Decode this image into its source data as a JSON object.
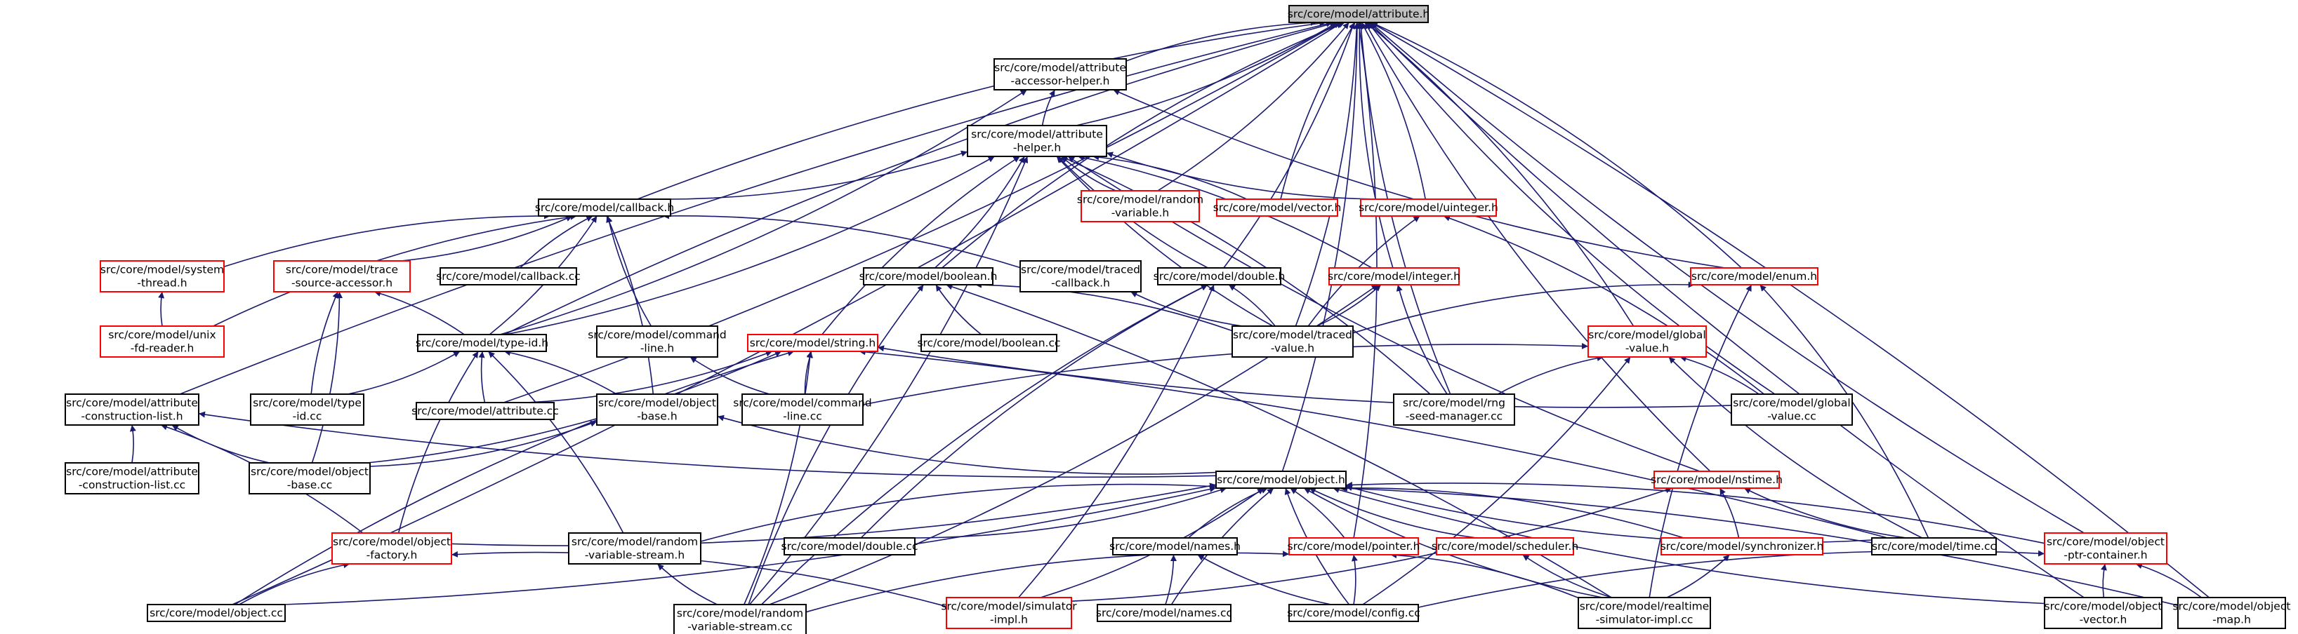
{
  "graph": {
    "edge_color": "#191970",
    "colors": {
      "documented_border": "#000000",
      "undocumented_border": "#ff0000",
      "root_fill": "#bfbfbf",
      "background": "#ffffff"
    },
    "nodes": {
      "attribute_h": {
        "lines": [
          "src/core/model/attribute.h"
        ],
        "style": "root"
      },
      "accessor_helper_h": {
        "lines": [
          "src/core/model/attribute",
          "-accessor-helper.h"
        ],
        "style": "black"
      },
      "attribute_helper_h": {
        "lines": [
          "src/core/model/attribute",
          "-helper.h"
        ],
        "style": "black"
      },
      "callback_h": {
        "lines": [
          "src/core/model/callback.h"
        ],
        "style": "black"
      },
      "random_variable_h": {
        "lines": [
          "src/core/model/random",
          "-variable.h"
        ],
        "style": "red"
      },
      "vector_h": {
        "lines": [
          "src/core/model/vector.h"
        ],
        "style": "red"
      },
      "uinteger_h": {
        "lines": [
          "src/core/model/uinteger.h"
        ],
        "style": "red"
      },
      "system_thread_h": {
        "lines": [
          "src/core/model/system",
          "-thread.h"
        ],
        "style": "red"
      },
      "trace_source_h": {
        "lines": [
          "src/core/model/trace",
          "-source-accessor.h"
        ],
        "style": "red"
      },
      "callback_cc": {
        "lines": [
          "src/core/model/callback.cc"
        ],
        "style": "black"
      },
      "boolean_h": {
        "lines": [
          "src/core/model/boolean.h"
        ],
        "style": "black"
      },
      "traced_callback_h": {
        "lines": [
          "src/core/model/traced",
          "-callback.h"
        ],
        "style": "black"
      },
      "double_h": {
        "lines": [
          "src/core/model/double.h"
        ],
        "style": "black"
      },
      "integer_h": {
        "lines": [
          "src/core/model/integer.h"
        ],
        "style": "red"
      },
      "enum_h": {
        "lines": [
          "src/core/model/enum.h"
        ],
        "style": "red"
      },
      "unix_fd_reader_h": {
        "lines": [
          "src/core/model/unix",
          "-fd-reader.h"
        ],
        "style": "red"
      },
      "type_id_h": {
        "lines": [
          "src/core/model/type-id.h"
        ],
        "style": "black"
      },
      "command_line_h": {
        "lines": [
          "src/core/model/command",
          "-line.h"
        ],
        "style": "black"
      },
      "string_h": {
        "lines": [
          "src/core/model/string.h"
        ],
        "style": "red"
      },
      "boolean_cc": {
        "lines": [
          "src/core/model/boolean.cc"
        ],
        "style": "black"
      },
      "traced_value_h": {
        "lines": [
          "src/core/model/traced",
          "-value.h"
        ],
        "style": "black"
      },
      "global_value_h": {
        "lines": [
          "src/core/model/global",
          "-value.h"
        ],
        "style": "red"
      },
      "construction_list_h": {
        "lines": [
          "src/core/model/attribute",
          "-construction-list.h"
        ],
        "style": "black"
      },
      "type_id_cc": {
        "lines": [
          "src/core/model/type",
          "-id.cc"
        ],
        "style": "black"
      },
      "attribute_cc": {
        "lines": [
          "src/core/model/attribute.cc"
        ],
        "style": "black"
      },
      "object_base_h": {
        "lines": [
          "src/core/model/object",
          "-base.h"
        ],
        "style": "black"
      },
      "command_line_cc": {
        "lines": [
          "src/core/model/command",
          "-line.cc"
        ],
        "style": "black"
      },
      "rng_seed_cc": {
        "lines": [
          "src/core/model/rng",
          "-seed-manager.cc"
        ],
        "style": "black"
      },
      "global_value_cc": {
        "lines": [
          "src/core/model/global",
          "-value.cc"
        ],
        "style": "black"
      },
      "construction_list_cc": {
        "lines": [
          "src/core/model/attribute",
          "-construction-list.cc"
        ],
        "style": "black"
      },
      "object_base_cc": {
        "lines": [
          "src/core/model/object",
          "-base.cc"
        ],
        "style": "black"
      },
      "object_h": {
        "lines": [
          "src/core/model/object.h"
        ],
        "style": "black"
      },
      "nstime_h": {
        "lines": [
          "src/core/model/nstime.h"
        ],
        "style": "red"
      },
      "object_factory_h": {
        "lines": [
          "src/core/model/object",
          "-factory.h"
        ],
        "style": "red"
      },
      "random_stream_h": {
        "lines": [
          "src/core/model/random",
          "-variable-stream.h"
        ],
        "style": "black"
      },
      "double_cc": {
        "lines": [
          "src/core/model/double.cc"
        ],
        "style": "black"
      },
      "names_h": {
        "lines": [
          "src/core/model/names.h"
        ],
        "style": "black"
      },
      "pointer_h": {
        "lines": [
          "src/core/model/pointer.h"
        ],
        "style": "red"
      },
      "scheduler_h": {
        "lines": [
          "src/core/model/scheduler.h"
        ],
        "style": "red"
      },
      "synchronizer_h": {
        "lines": [
          "src/core/model/synchronizer.h"
        ],
        "style": "red"
      },
      "time_cc": {
        "lines": [
          "src/core/model/time.cc"
        ],
        "style": "black"
      },
      "ptr_container_h": {
        "lines": [
          "src/core/model/object",
          "-ptr-container.h"
        ],
        "style": "red"
      },
      "object_cc": {
        "lines": [
          "src/core/model/object.cc"
        ],
        "style": "black"
      },
      "random_stream_cc": {
        "lines": [
          "src/core/model/random",
          "-variable-stream.cc"
        ],
        "style": "black"
      },
      "simulator_impl_h": {
        "lines": [
          "src/core/model/simulator",
          "-impl.h"
        ],
        "style": "red"
      },
      "names_cc": {
        "lines": [
          "src/core/model/names.cc"
        ],
        "style": "black"
      },
      "config_cc": {
        "lines": [
          "src/core/model/config.cc"
        ],
        "style": "black"
      },
      "realtime_impl_cc": {
        "lines": [
          "src/core/model/realtime",
          "-simulator-impl.cc"
        ],
        "style": "black"
      },
      "object_vector_h": {
        "lines": [
          "src/core/model/object",
          "-vector.h"
        ],
        "style": "black"
      },
      "object_map_h": {
        "lines": [
          "src/core/model/object",
          "-map.h"
        ],
        "style": "black"
      }
    },
    "edges": [
      [
        "accessor_helper_h",
        "attribute_h"
      ],
      [
        "attribute_helper_h",
        "attribute_h"
      ],
      [
        "callback_h",
        "attribute_h"
      ],
      [
        "random_variable_h",
        "attribute_h"
      ],
      [
        "vector_h",
        "attribute_h"
      ],
      [
        "uinteger_h",
        "attribute_h"
      ],
      [
        "boolean_h",
        "attribute_h"
      ],
      [
        "double_h",
        "attribute_h"
      ],
      [
        "integer_h",
        "attribute_h"
      ],
      [
        "enum_h",
        "attribute_h"
      ],
      [
        "type_id_h",
        "attribute_h"
      ],
      [
        "global_value_h",
        "attribute_h"
      ],
      [
        "construction_list_h",
        "attribute_h"
      ],
      [
        "attribute_cc",
        "attribute_h"
      ],
      [
        "global_value_cc",
        "attribute_h"
      ],
      [
        "object_h",
        "attribute_h"
      ],
      [
        "nstime_h",
        "attribute_h"
      ],
      [
        "pointer_h",
        "attribute_h"
      ],
      [
        "ptr_container_h",
        "attribute_h"
      ],
      [
        "object_cc",
        "attribute_h"
      ],
      [
        "object_vector_h",
        "attribute_h"
      ],
      [
        "object_map_h",
        "attribute_h"
      ],
      [
        "rng_seed_cc",
        "attribute_h"
      ],
      [
        "traced_value_h",
        "attribute_h"
      ],
      [
        "attribute_helper_h",
        "accessor_helper_h"
      ],
      [
        "type_id_h",
        "accessor_helper_h"
      ],
      [
        "enum_h",
        "accessor_helper_h"
      ],
      [
        "callback_h",
        "attribute_helper_h"
      ],
      [
        "random_variable_h",
        "attribute_helper_h"
      ],
      [
        "vector_h",
        "attribute_helper_h"
      ],
      [
        "uinteger_h",
        "attribute_helper_h"
      ],
      [
        "boolean_h",
        "attribute_helper_h"
      ],
      [
        "double_h",
        "attribute_helper_h"
      ],
      [
        "integer_h",
        "attribute_helper_h"
      ],
      [
        "string_h",
        "attribute_helper_h"
      ],
      [
        "type_id_h",
        "attribute_helper_h"
      ],
      [
        "nstime_h",
        "attribute_helper_h"
      ],
      [
        "random_stream_cc",
        "attribute_helper_h"
      ],
      [
        "traced_value_h",
        "attribute_helper_h"
      ],
      [
        "rng_seed_cc",
        "attribute_helper_h"
      ],
      [
        "system_thread_h",
        "callback_h"
      ],
      [
        "trace_source_h",
        "callback_h"
      ],
      [
        "callback_cc",
        "callback_h"
      ],
      [
        "traced_callback_h",
        "callback_h"
      ],
      [
        "unix_fd_reader_h",
        "callback_h"
      ],
      [
        "type_id_h",
        "callback_h"
      ],
      [
        "command_line_h",
        "callback_h"
      ],
      [
        "object_base_h",
        "callback_h"
      ],
      [
        "unix_fd_reader_h",
        "system_thread_h"
      ],
      [
        "type_id_h",
        "trace_source_h"
      ],
      [
        "type_id_cc",
        "trace_source_h"
      ],
      [
        "object_base_cc",
        "trace_source_h"
      ],
      [
        "traced_value_h",
        "uinteger_h"
      ],
      [
        "global_value_cc",
        "uinteger_h"
      ],
      [
        "boolean_cc",
        "boolean_h"
      ],
      [
        "traced_value_h",
        "boolean_h"
      ],
      [
        "random_stream_cc",
        "boolean_h"
      ],
      [
        "realtime_impl_cc",
        "boolean_h"
      ],
      [
        "traced_value_h",
        "traced_callback_h"
      ],
      [
        "traced_value_h",
        "double_h"
      ],
      [
        "double_cc",
        "double_h"
      ],
      [
        "simulator_impl_h",
        "double_h"
      ],
      [
        "random_stream_cc",
        "double_h"
      ],
      [
        "traced_value_h",
        "integer_h"
      ],
      [
        "rng_seed_cc",
        "integer_h"
      ],
      [
        "random_stream_cc",
        "integer_h"
      ],
      [
        "traced_value_h",
        "enum_h"
      ],
      [
        "time_cc",
        "enum_h"
      ],
      [
        "realtime_impl_cc",
        "enum_h"
      ],
      [
        "type_id_cc",
        "type_id_h"
      ],
      [
        "attribute_cc",
        "type_id_h"
      ],
      [
        "object_base_h",
        "type_id_h"
      ],
      [
        "object_factory_h",
        "type_id_h"
      ],
      [
        "random_stream_h",
        "type_id_h"
      ],
      [
        "command_line_cc",
        "command_line_h"
      ],
      [
        "attribute_cc",
        "string_h"
      ],
      [
        "command_line_cc",
        "string_h"
      ],
      [
        "object_base_cc",
        "string_h"
      ],
      [
        "object_cc",
        "string_h"
      ],
      [
        "random_stream_cc",
        "string_h"
      ],
      [
        "global_value_cc",
        "string_h"
      ],
      [
        "time_cc",
        "string_h"
      ],
      [
        "rng_seed_cc",
        "global_value_h"
      ],
      [
        "global_value_cc",
        "global_value_h"
      ],
      [
        "command_line_cc",
        "global_value_h"
      ],
      [
        "config_cc",
        "global_value_h"
      ],
      [
        "time_cc",
        "global_value_h"
      ],
      [
        "construction_list_cc",
        "construction_list_h"
      ],
      [
        "object_base_cc",
        "construction_list_h"
      ],
      [
        "object_factory_h",
        "construction_list_h"
      ],
      [
        "object_h",
        "construction_list_h"
      ],
      [
        "object_base_cc",
        "object_base_h"
      ],
      [
        "object_h",
        "object_base_h"
      ],
      [
        "object_factory_h",
        "object_h"
      ],
      [
        "random_stream_h",
        "object_h"
      ],
      [
        "double_cc",
        "object_h"
      ],
      [
        "names_h",
        "object_h"
      ],
      [
        "pointer_h",
        "object_h"
      ],
      [
        "scheduler_h",
        "object_h"
      ],
      [
        "synchronizer_h",
        "object_h"
      ],
      [
        "time_cc",
        "object_h"
      ],
      [
        "ptr_container_h",
        "object_h"
      ],
      [
        "config_cc",
        "object_h"
      ],
      [
        "simulator_impl_h",
        "object_h"
      ],
      [
        "names_cc",
        "object_h"
      ],
      [
        "object_cc",
        "object_h"
      ],
      [
        "realtime_impl_cc",
        "object_h"
      ],
      [
        "object_map_h",
        "object_h"
      ],
      [
        "object_vector_h",
        "object_h"
      ],
      [
        "synchronizer_h",
        "nstime_h"
      ],
      [
        "time_cc",
        "nstime_h"
      ],
      [
        "simulator_impl_h",
        "nstime_h"
      ],
      [
        "object_cc",
        "object_factory_h"
      ],
      [
        "simulator_impl_h",
        "object_factory_h"
      ],
      [
        "random_stream_cc",
        "random_stream_h"
      ],
      [
        "names_cc",
        "names_h"
      ],
      [
        "config_cc",
        "names_h"
      ],
      [
        "config_cc",
        "pointer_h"
      ],
      [
        "random_stream_cc",
        "pointer_h"
      ],
      [
        "realtime_impl_cc",
        "pointer_h"
      ],
      [
        "realtime_impl_cc",
        "scheduler_h"
      ],
      [
        "realtime_impl_cc",
        "synchronizer_h"
      ],
      [
        "object_vector_h",
        "ptr_container_h"
      ],
      [
        "object_map_h",
        "ptr_container_h"
      ],
      [
        "config_cc",
        "ptr_container_h"
      ]
    ]
  }
}
